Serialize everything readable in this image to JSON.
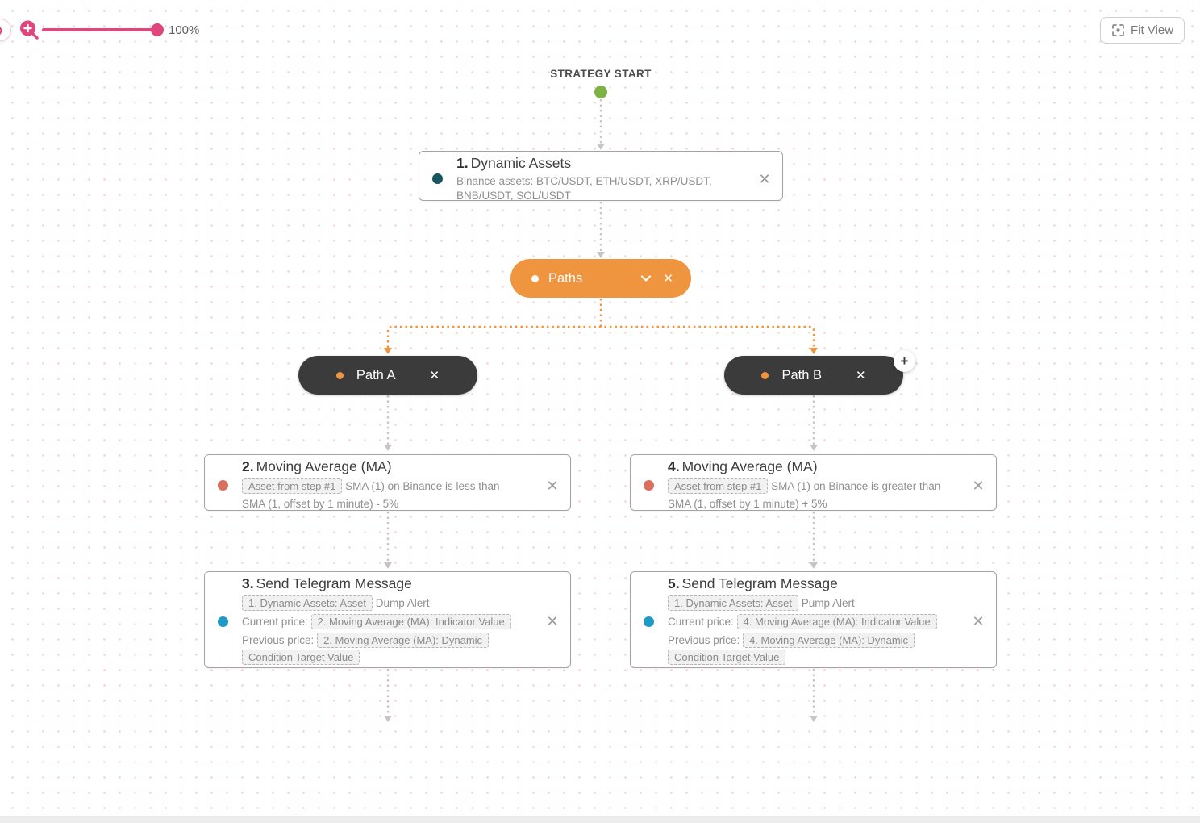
{
  "colors": {
    "accent_pink": "#e0457c",
    "orange": "#f0953f",
    "dark_node": "#3b3b3b",
    "teal_dot": "#17565f",
    "salmon_dot": "#d9705f",
    "blue_dot": "#1e9ac4",
    "green_dot": "#7cb342",
    "gray_edge": "#c6c6c6",
    "chip_border": "#b5b5b5",
    "chip_bg": "#f1f1f1"
  },
  "icons": {
    "close": "✕",
    "plus": "+",
    "chevron_right": "❯"
  },
  "toolbar": {
    "zoom_value": "100%",
    "fit_view_label": "Fit View"
  },
  "canvas": {
    "strategy_start_label": "STRATEGY START"
  },
  "nodes": {
    "dynamic_assets": {
      "number": "1.",
      "title": "Dynamic Assets",
      "body": "Binance assets: BTC/USDT,  ETH/USDT,  XRP/USDT,  BNB/USDT,  SOL/USDT"
    },
    "paths": {
      "label": "Paths"
    },
    "path_a": {
      "label": "Path A"
    },
    "path_b": {
      "label": "Path B"
    },
    "ma_a": {
      "number": "2.",
      "title": "Moving Average (MA)",
      "chip": "Asset from step #1",
      "condition": "SMA (1) on Binance is less than SMA (1, offset by 1 minute) - 5%"
    },
    "ma_b": {
      "number": "4.",
      "title": "Moving Average (MA)",
      "chip": "Asset from step #1",
      "condition": "SMA (1) on Binance is greater than SMA (1, offset by 1 minute) + 5%"
    },
    "tg_a": {
      "number": "3.",
      "title": "Send Telegram Message",
      "asset_chip": "1. Dynamic Assets: Asset",
      "alert_text": "Dump Alert",
      "current_label": "Current price:",
      "current_chip": "2. Moving Average (MA): Indicator Value",
      "previous_label": "Previous price:",
      "previous_chip": "2. Moving Average (MA): Dynamic Condition Target Value"
    },
    "tg_b": {
      "number": "5.",
      "title": "Send Telegram Message",
      "asset_chip": "1. Dynamic Assets: Asset",
      "alert_text": "Pump Alert",
      "current_label": "Current price:",
      "current_chip": "4. Moving Average (MA): Indicator Value",
      "previous_label": "Previous price:",
      "previous_chip": "4. Moving Average (MA): Dynamic Condition Target Value"
    }
  }
}
